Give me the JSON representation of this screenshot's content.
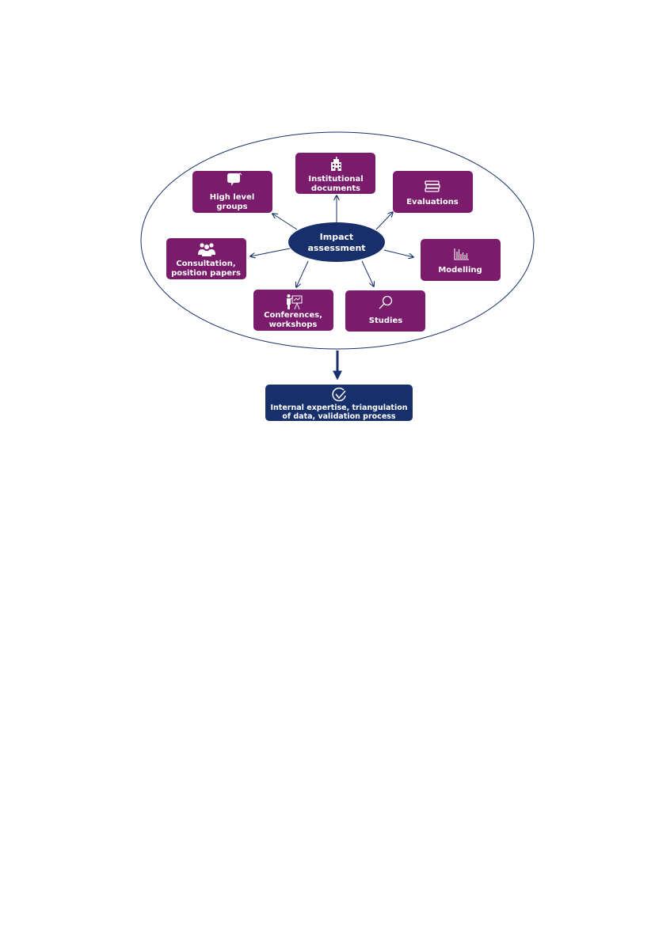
{
  "colors": {
    "node_fill": "#7a1b6c",
    "hub_fill": "#17306b",
    "connector": "#17306b",
    "outline": "#17306b"
  },
  "hub": {
    "line1": "Impact",
    "line2": "assessment"
  },
  "nodes": {
    "institutional": {
      "line1": "Institutional",
      "line2": "documents",
      "icon": "building-icon"
    },
    "high_level": {
      "line1": "High level",
      "line2": "groups",
      "icon": "speech-bubbles-icon"
    },
    "evaluations": {
      "line1": "Evaluations",
      "icon": "book-stack-icon"
    },
    "consultation": {
      "line1": "Consultation,",
      "line2": "position papers",
      "icon": "people-group-icon"
    },
    "modelling": {
      "line1": "Modelling",
      "icon": "bar-chart-icon"
    },
    "conferences": {
      "line1": "Conferences,",
      "line2": "workshops",
      "icon": "presenter-icon"
    },
    "studies": {
      "line1": "Studies",
      "icon": "magnifier-icon"
    }
  },
  "output": {
    "line1": "Internal expertise, triangulation",
    "line2": "of data, validation process",
    "icon": "check-circle-icon"
  }
}
